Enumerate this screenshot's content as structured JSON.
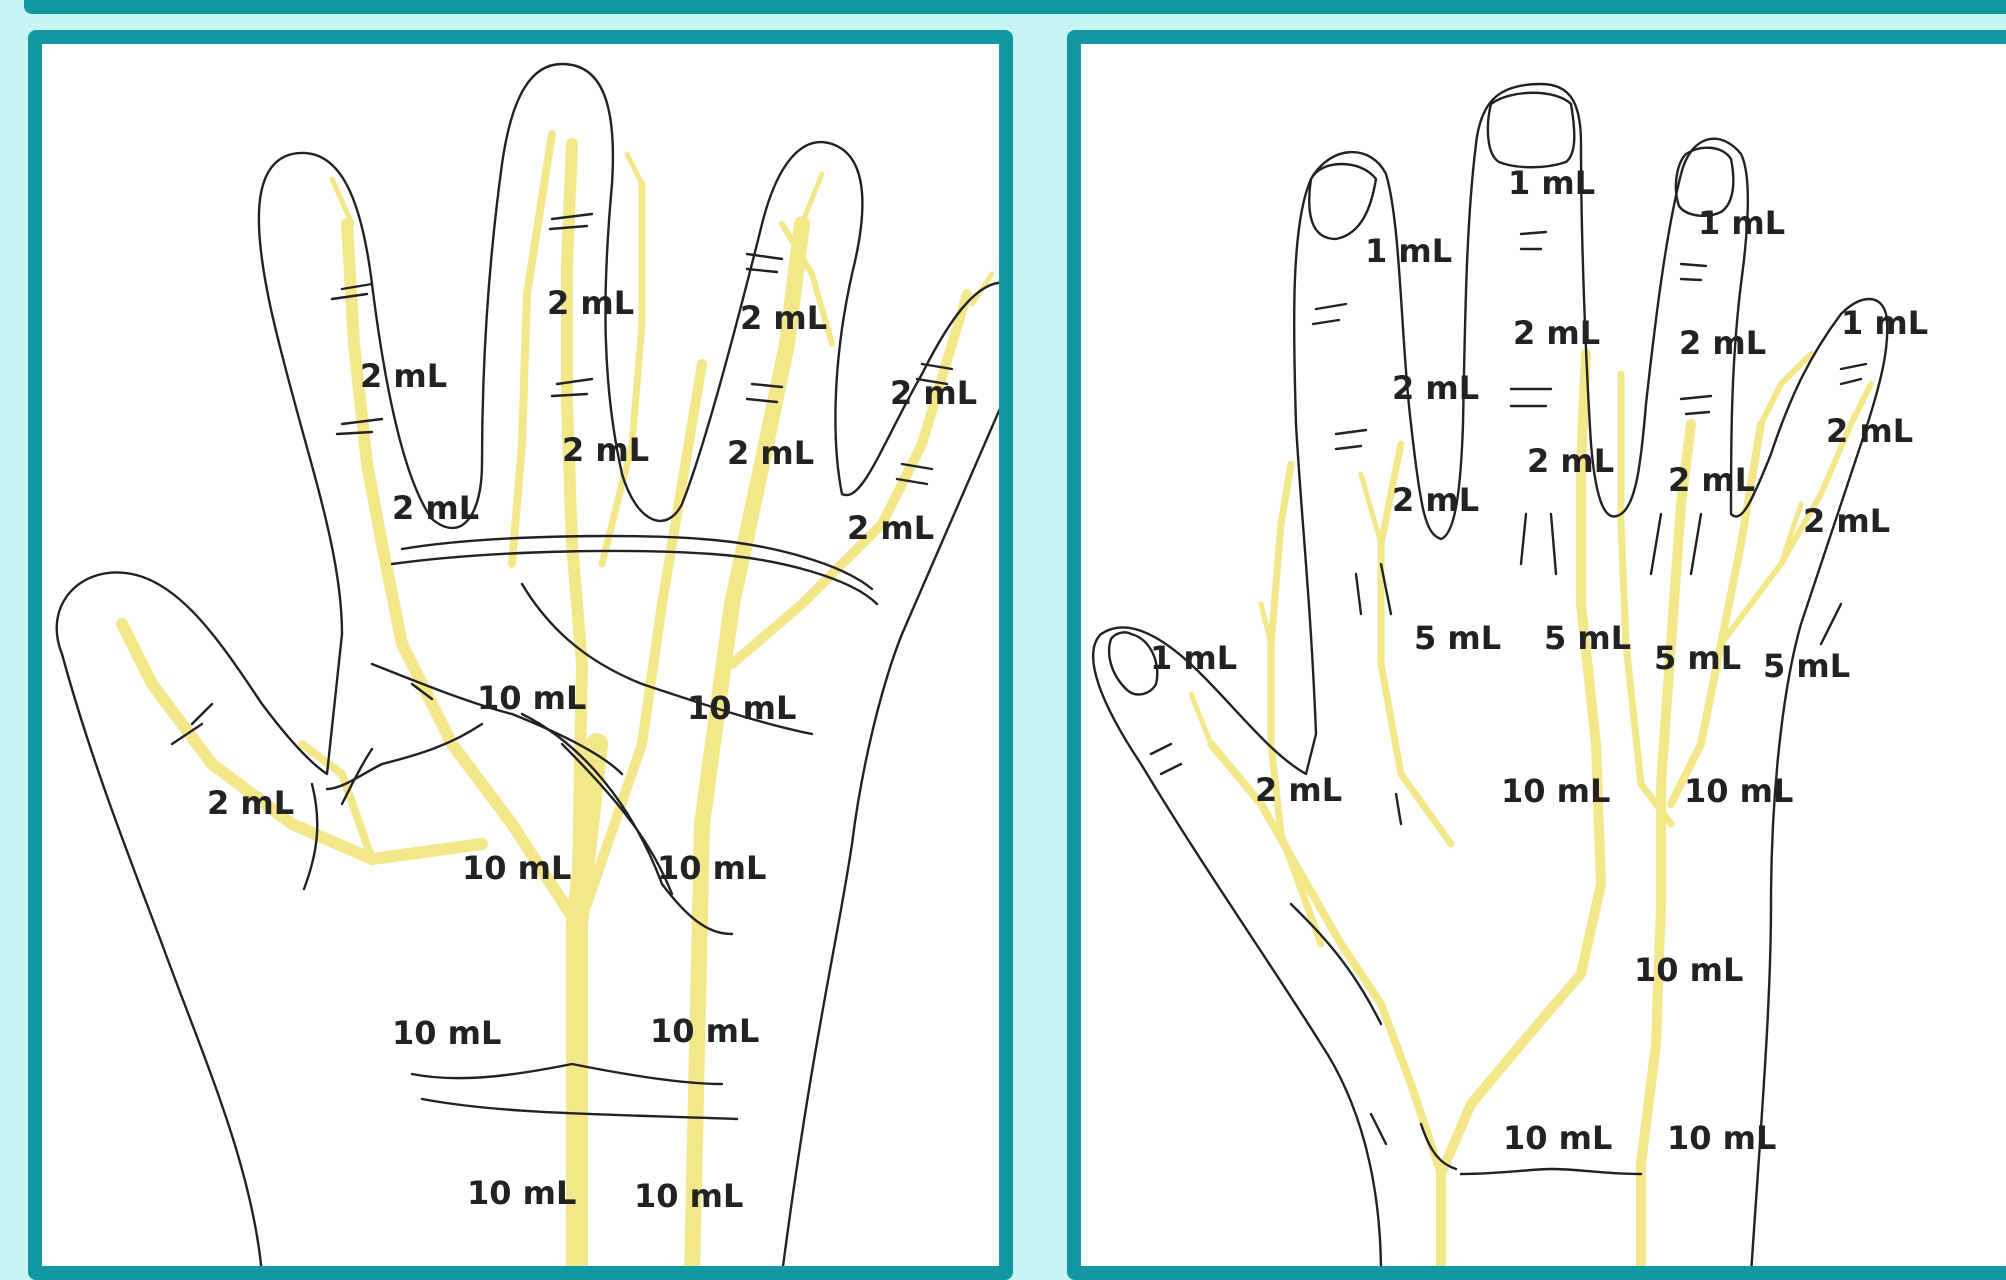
{
  "header": {
    "title_fragment": "( …g )"
  },
  "palmar": {
    "labels": [
      {
        "text": "2 mL"
      },
      {
        "text": "2 mL"
      },
      {
        "text": "2 mL"
      },
      {
        "text": "2 mL"
      },
      {
        "text": "2 mL"
      },
      {
        "text": "2 mL"
      },
      {
        "text": "2 mL"
      },
      {
        "text": "2 mL"
      },
      {
        "text": "2 mL"
      },
      {
        "text": "10 mL"
      },
      {
        "text": "10 mL"
      },
      {
        "text": "10 mL"
      },
      {
        "text": "10 mL"
      },
      {
        "text": "10 mL"
      },
      {
        "text": "10 mL"
      },
      {
        "text": "10 mL"
      },
      {
        "text": "10 mL"
      }
    ]
  },
  "dorsal": {
    "labels": [
      {
        "text": "1 mL"
      },
      {
        "text": "1 mL"
      },
      {
        "text": "1 mL"
      },
      {
        "text": "1 mL"
      },
      {
        "text": "1 mL"
      },
      {
        "text": "2 mL"
      },
      {
        "text": "2 mL"
      },
      {
        "text": "2 mL"
      },
      {
        "text": "2 mL"
      },
      {
        "text": "2 mL"
      },
      {
        "text": "2 mL"
      },
      {
        "text": "2 mL"
      },
      {
        "text": "2 mL"
      },
      {
        "text": "2 mL"
      },
      {
        "text": "5 mL"
      },
      {
        "text": "5 mL"
      },
      {
        "text": "5 mL"
      },
      {
        "text": "5 mL"
      },
      {
        "text": "10 mL"
      },
      {
        "text": "10 mL"
      },
      {
        "text": "10 mL"
      },
      {
        "text": "10 mL"
      },
      {
        "text": "10 mL"
      }
    ]
  },
  "colors": {
    "panel_border": "#1198a3",
    "background": "#c7f5f4",
    "vessel": "#f2e88a",
    "outline": "#222222"
  }
}
